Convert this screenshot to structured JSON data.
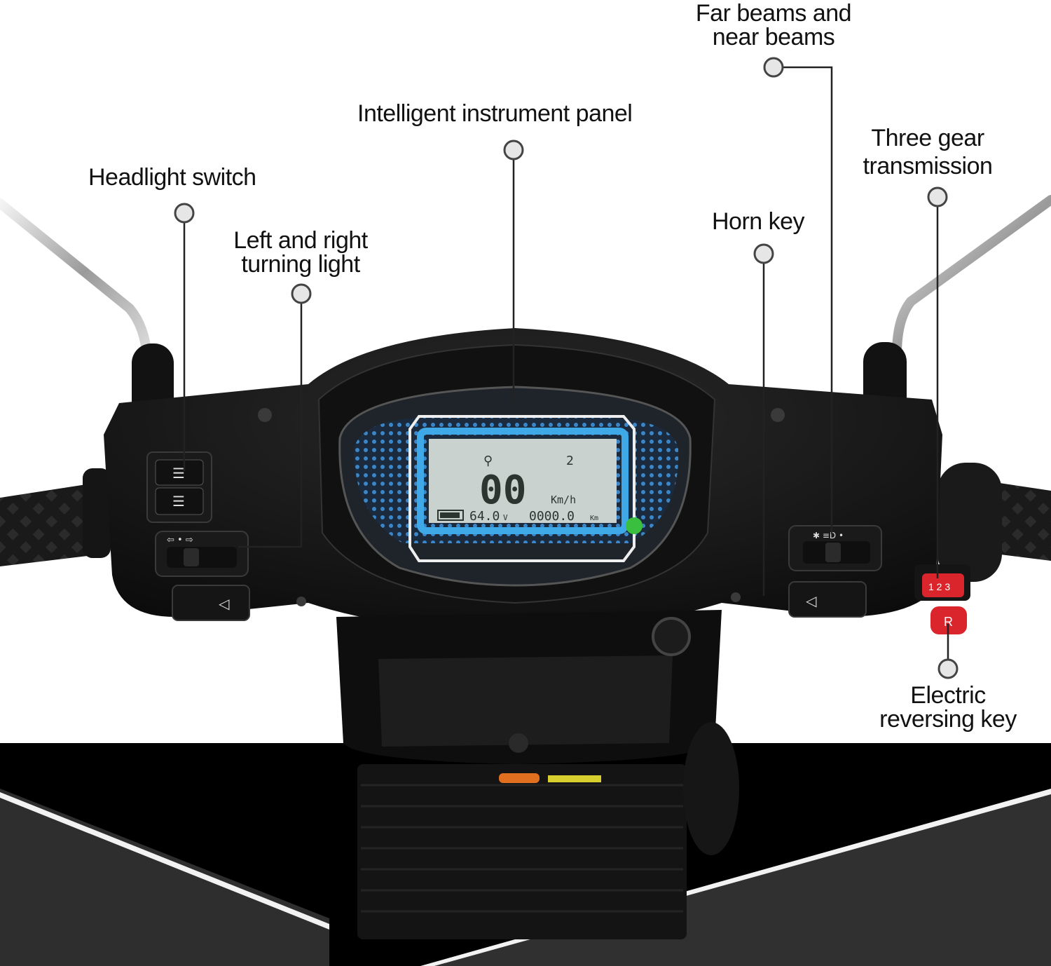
{
  "callouts": {
    "headlight_switch": "Headlight switch",
    "turning_light_line1": "Left and right",
    "turning_light_line2": "turning light",
    "instrument_panel": "Intelligent instrument panel",
    "far_near_beams_line1": "Far beams and",
    "far_near_beams_line2": "near beams",
    "horn_key": "Horn key",
    "three_gear_line1": "Three gear",
    "three_gear_line2": "transmission",
    "reversing_key_line1": "Electric",
    "reversing_key_line2": "reversing key"
  },
  "display": {
    "speed": "00",
    "speed_unit": "Km/h",
    "gear": "2",
    "voltage": "64.0",
    "voltage_unit": "V",
    "odometer": "0000.0",
    "odometer_unit": "Km"
  },
  "switches": {
    "gear_button_text": "1 2 3",
    "reverse_button_text": "R"
  },
  "colors": {
    "lcd_frame": "#3fa9e8",
    "lcd_screen": "#c9d2cf",
    "reverse_button": "#d9252b",
    "callout_line": "#222222"
  }
}
